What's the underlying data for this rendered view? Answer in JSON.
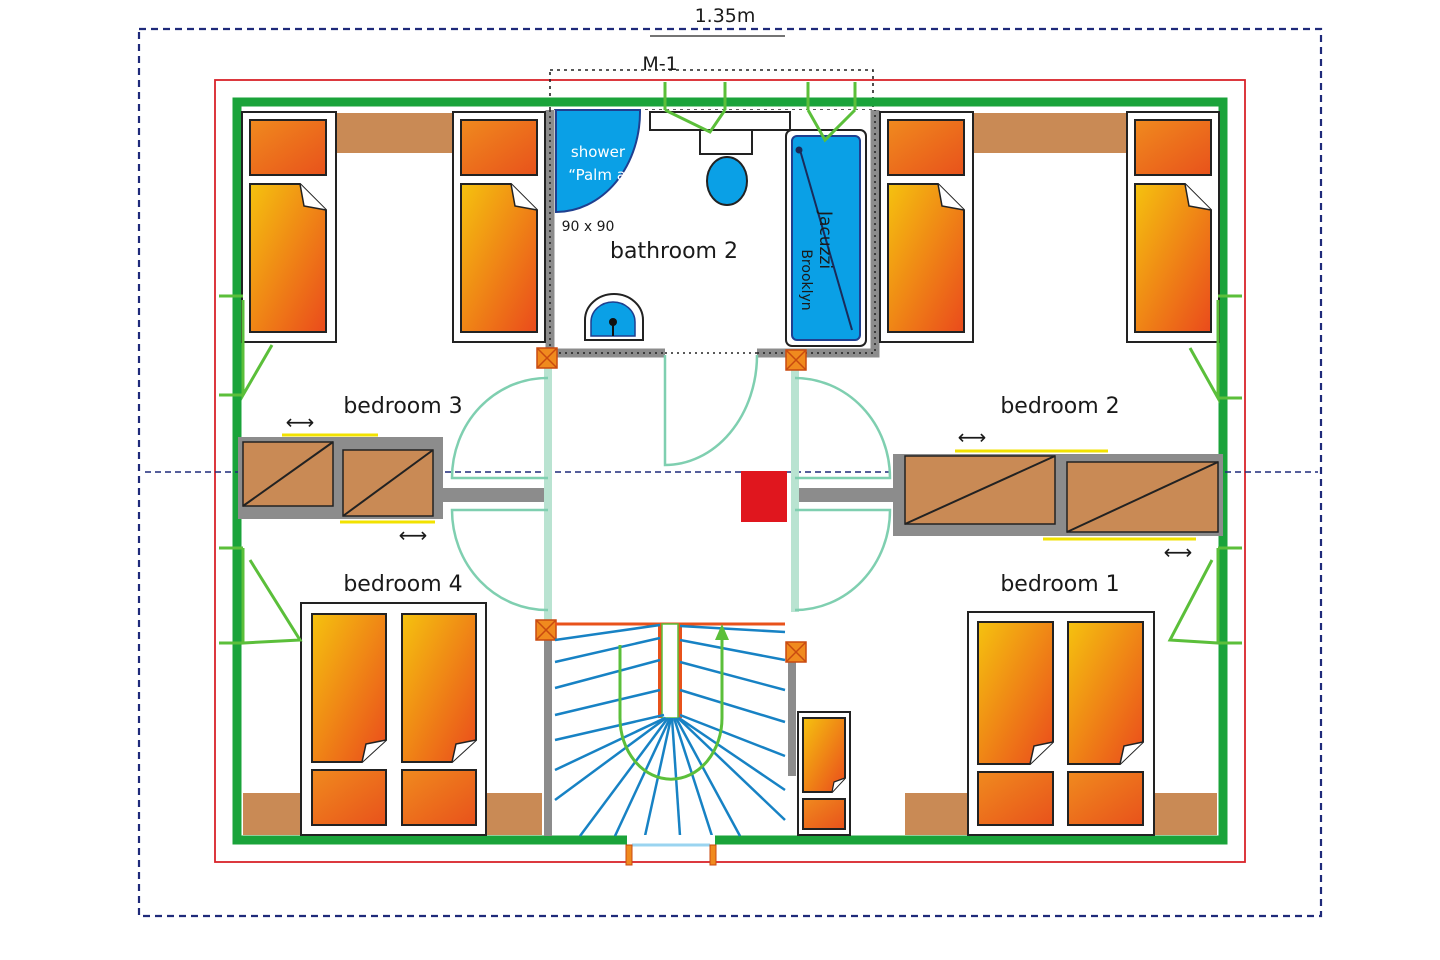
{
  "dimension_label": "1.35m",
  "window_code": "M-1",
  "rooms": {
    "bathroom": "bathroom 2",
    "bedroom_1": "bedroom 1",
    "bedroom_2": "bedroom 2",
    "bedroom_3": "bedroom 3",
    "bedroom_4": "bedroom 4"
  },
  "shower": {
    "line1": "shower",
    "line2": "“Palm a”",
    "size": "90 x 90"
  },
  "jacuzzi": {
    "line1": "Jacuzzi",
    "line2": "Brooklyn"
  },
  "slide_arrow": "⟷",
  "colors": {
    "outer_wall": "#1aa33a",
    "inner_wall": "#8c8c8c",
    "red_line": "#d9232a",
    "dashed_line": "#1f2a7a",
    "bed_orange": "#f28c1e",
    "furniture_brown": "#c98a55",
    "bath_blue": "#0aa0e6",
    "stair_blue": "#1782c4",
    "door_arc": "#7fcfb0",
    "chimney_red": "#e0161e"
  },
  "icons": [
    "pillow-icon",
    "mattress-icon",
    "door-swing-icon",
    "window-icon",
    "toilet-icon",
    "sink-icon",
    "stair-arrow-icon"
  ]
}
